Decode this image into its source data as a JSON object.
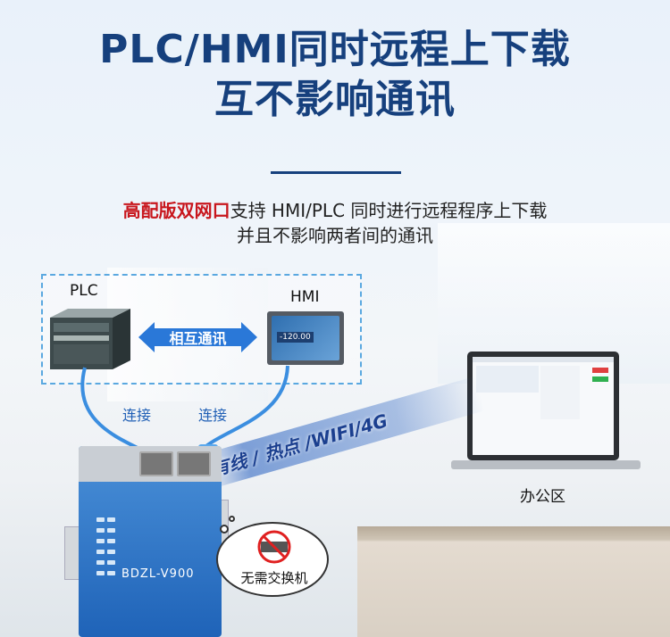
{
  "title": {
    "line1": "PLC/HMI同时远程上下载",
    "line2": "互不影响通讯"
  },
  "subtitle": {
    "highlight": "高配版双网口",
    "line1_rest": "支持 HMI/PLC 同时进行远程程序上下载",
    "line2": "并且不影响两者间的通讯"
  },
  "diagram": {
    "plc_label": "PLC",
    "hmi_label": "HMI",
    "mutual_comm": "相互通讯",
    "connect_left": "连接",
    "connect_right": "连接",
    "hmi_value": "-120.00",
    "banner": "有线 / 热点 /WIFI/4G",
    "device_model": "BDZL-V900",
    "no_switch": "无需交换机",
    "office": "办公区"
  },
  "colors": {
    "title": "#16407d",
    "highlight": "#c8161d",
    "cable": "#3b8ee0",
    "device": "#1f63b8"
  }
}
